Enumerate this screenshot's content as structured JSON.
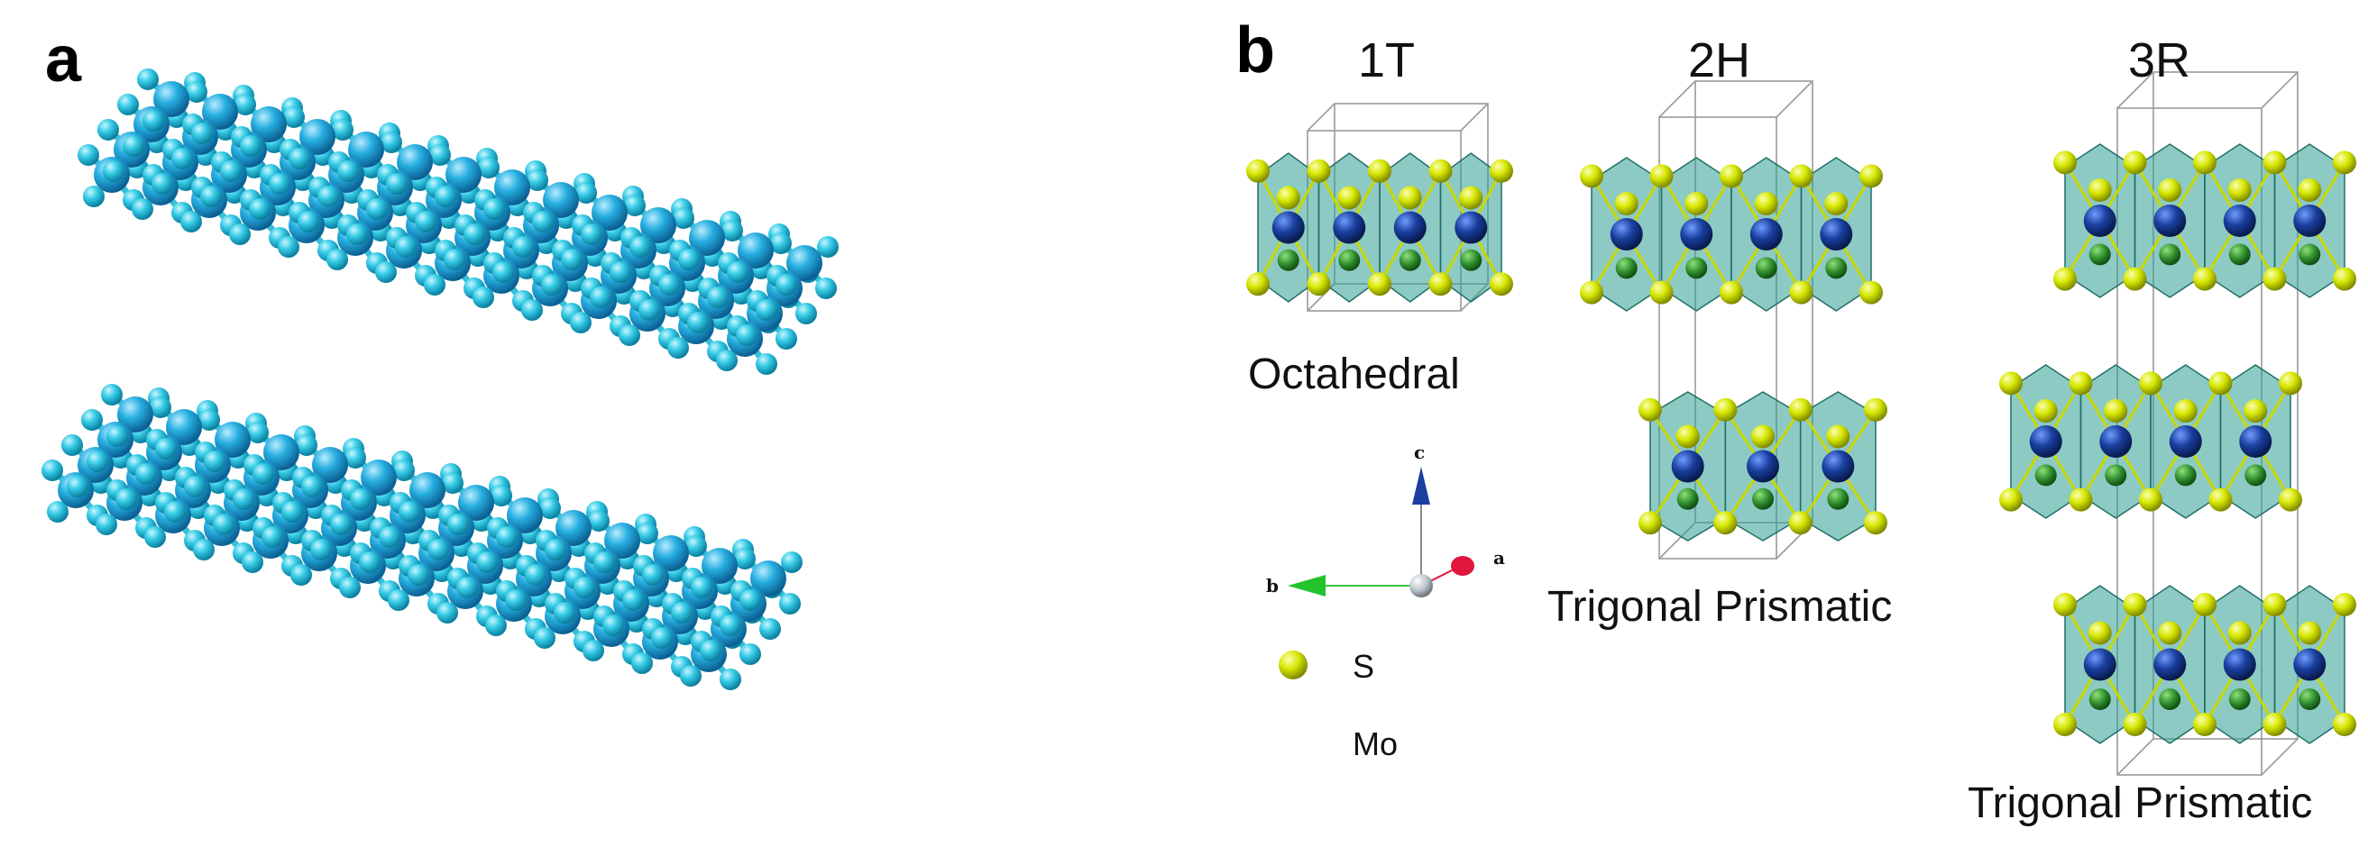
{
  "panels": {
    "a": {
      "label": "a"
    },
    "b": {
      "label": "b"
    }
  },
  "polytypes": [
    {
      "name": "1T",
      "coordination": "Octahedral"
    },
    {
      "name": "2H",
      "coordination": "Trigonal Prismatic"
    },
    {
      "name": "3R",
      "coordination": "Trigonal Prismatic"
    }
  ],
  "axes": {
    "c": "c",
    "b": "b",
    "a": "a"
  },
  "legend": [
    {
      "element": "S",
      "color": "#d6e600"
    },
    {
      "element": "Mo",
      "color": "#1a3f9e"
    }
  ],
  "colors": {
    "layer_atom": "#29c6e0",
    "layer_bond": "#35c0d4",
    "sulfur": "#d6e600",
    "molybdenum": "#1a3f9e",
    "prism_fill": "#2f9e94",
    "axis_c": "#1b3fa0",
    "axis_b": "#22c32b",
    "axis_a": "#e0163a"
  }
}
